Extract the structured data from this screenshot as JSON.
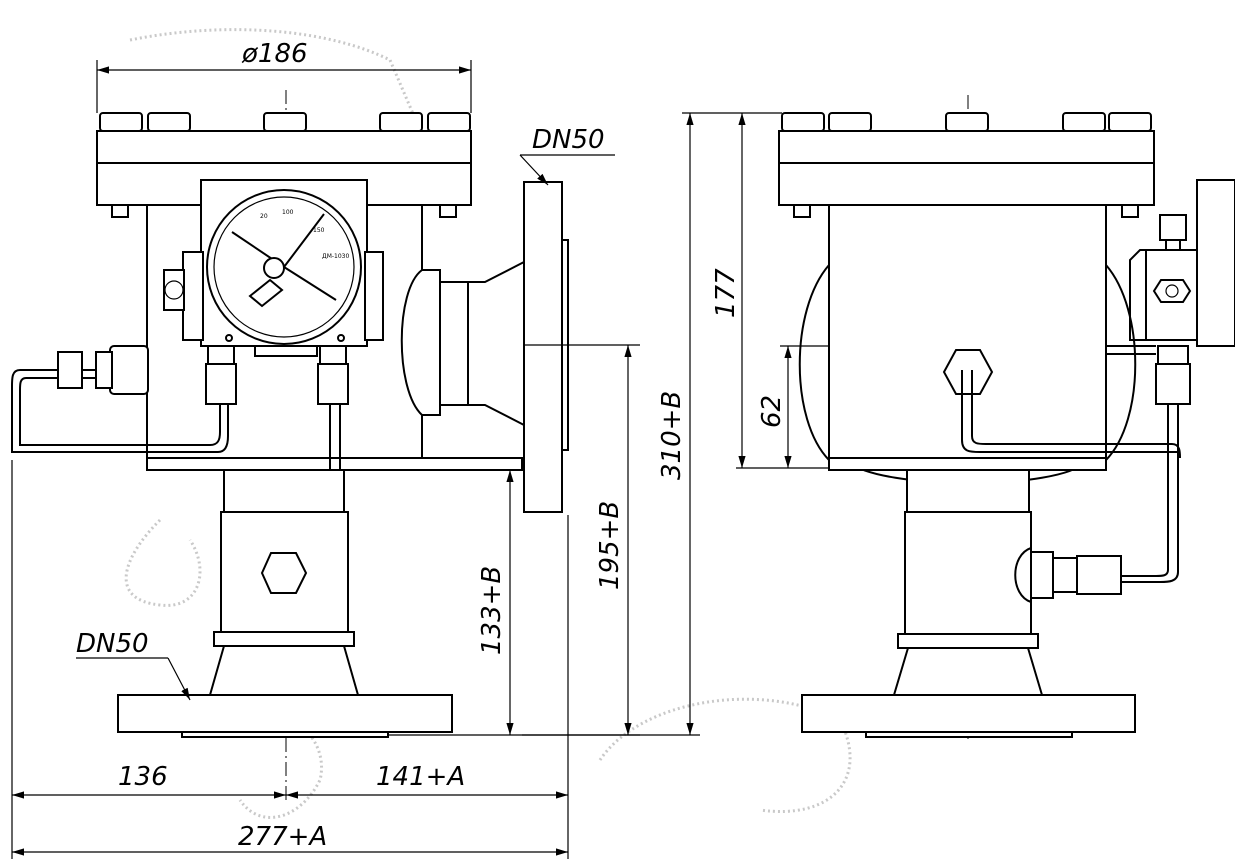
{
  "drawing": {
    "dimensions": {
      "flange_diameter": "ø186",
      "left_width": "136",
      "right_width": "141+A",
      "total_width": "277+A",
      "inlet_height": "133+B",
      "outlet_height": "195+B",
      "total_height": "310+B",
      "body_height": "177",
      "nozzle_height": "62"
    },
    "labels": {
      "outlet_nominal": "DN50",
      "inlet_nominal": "DN50"
    }
  }
}
